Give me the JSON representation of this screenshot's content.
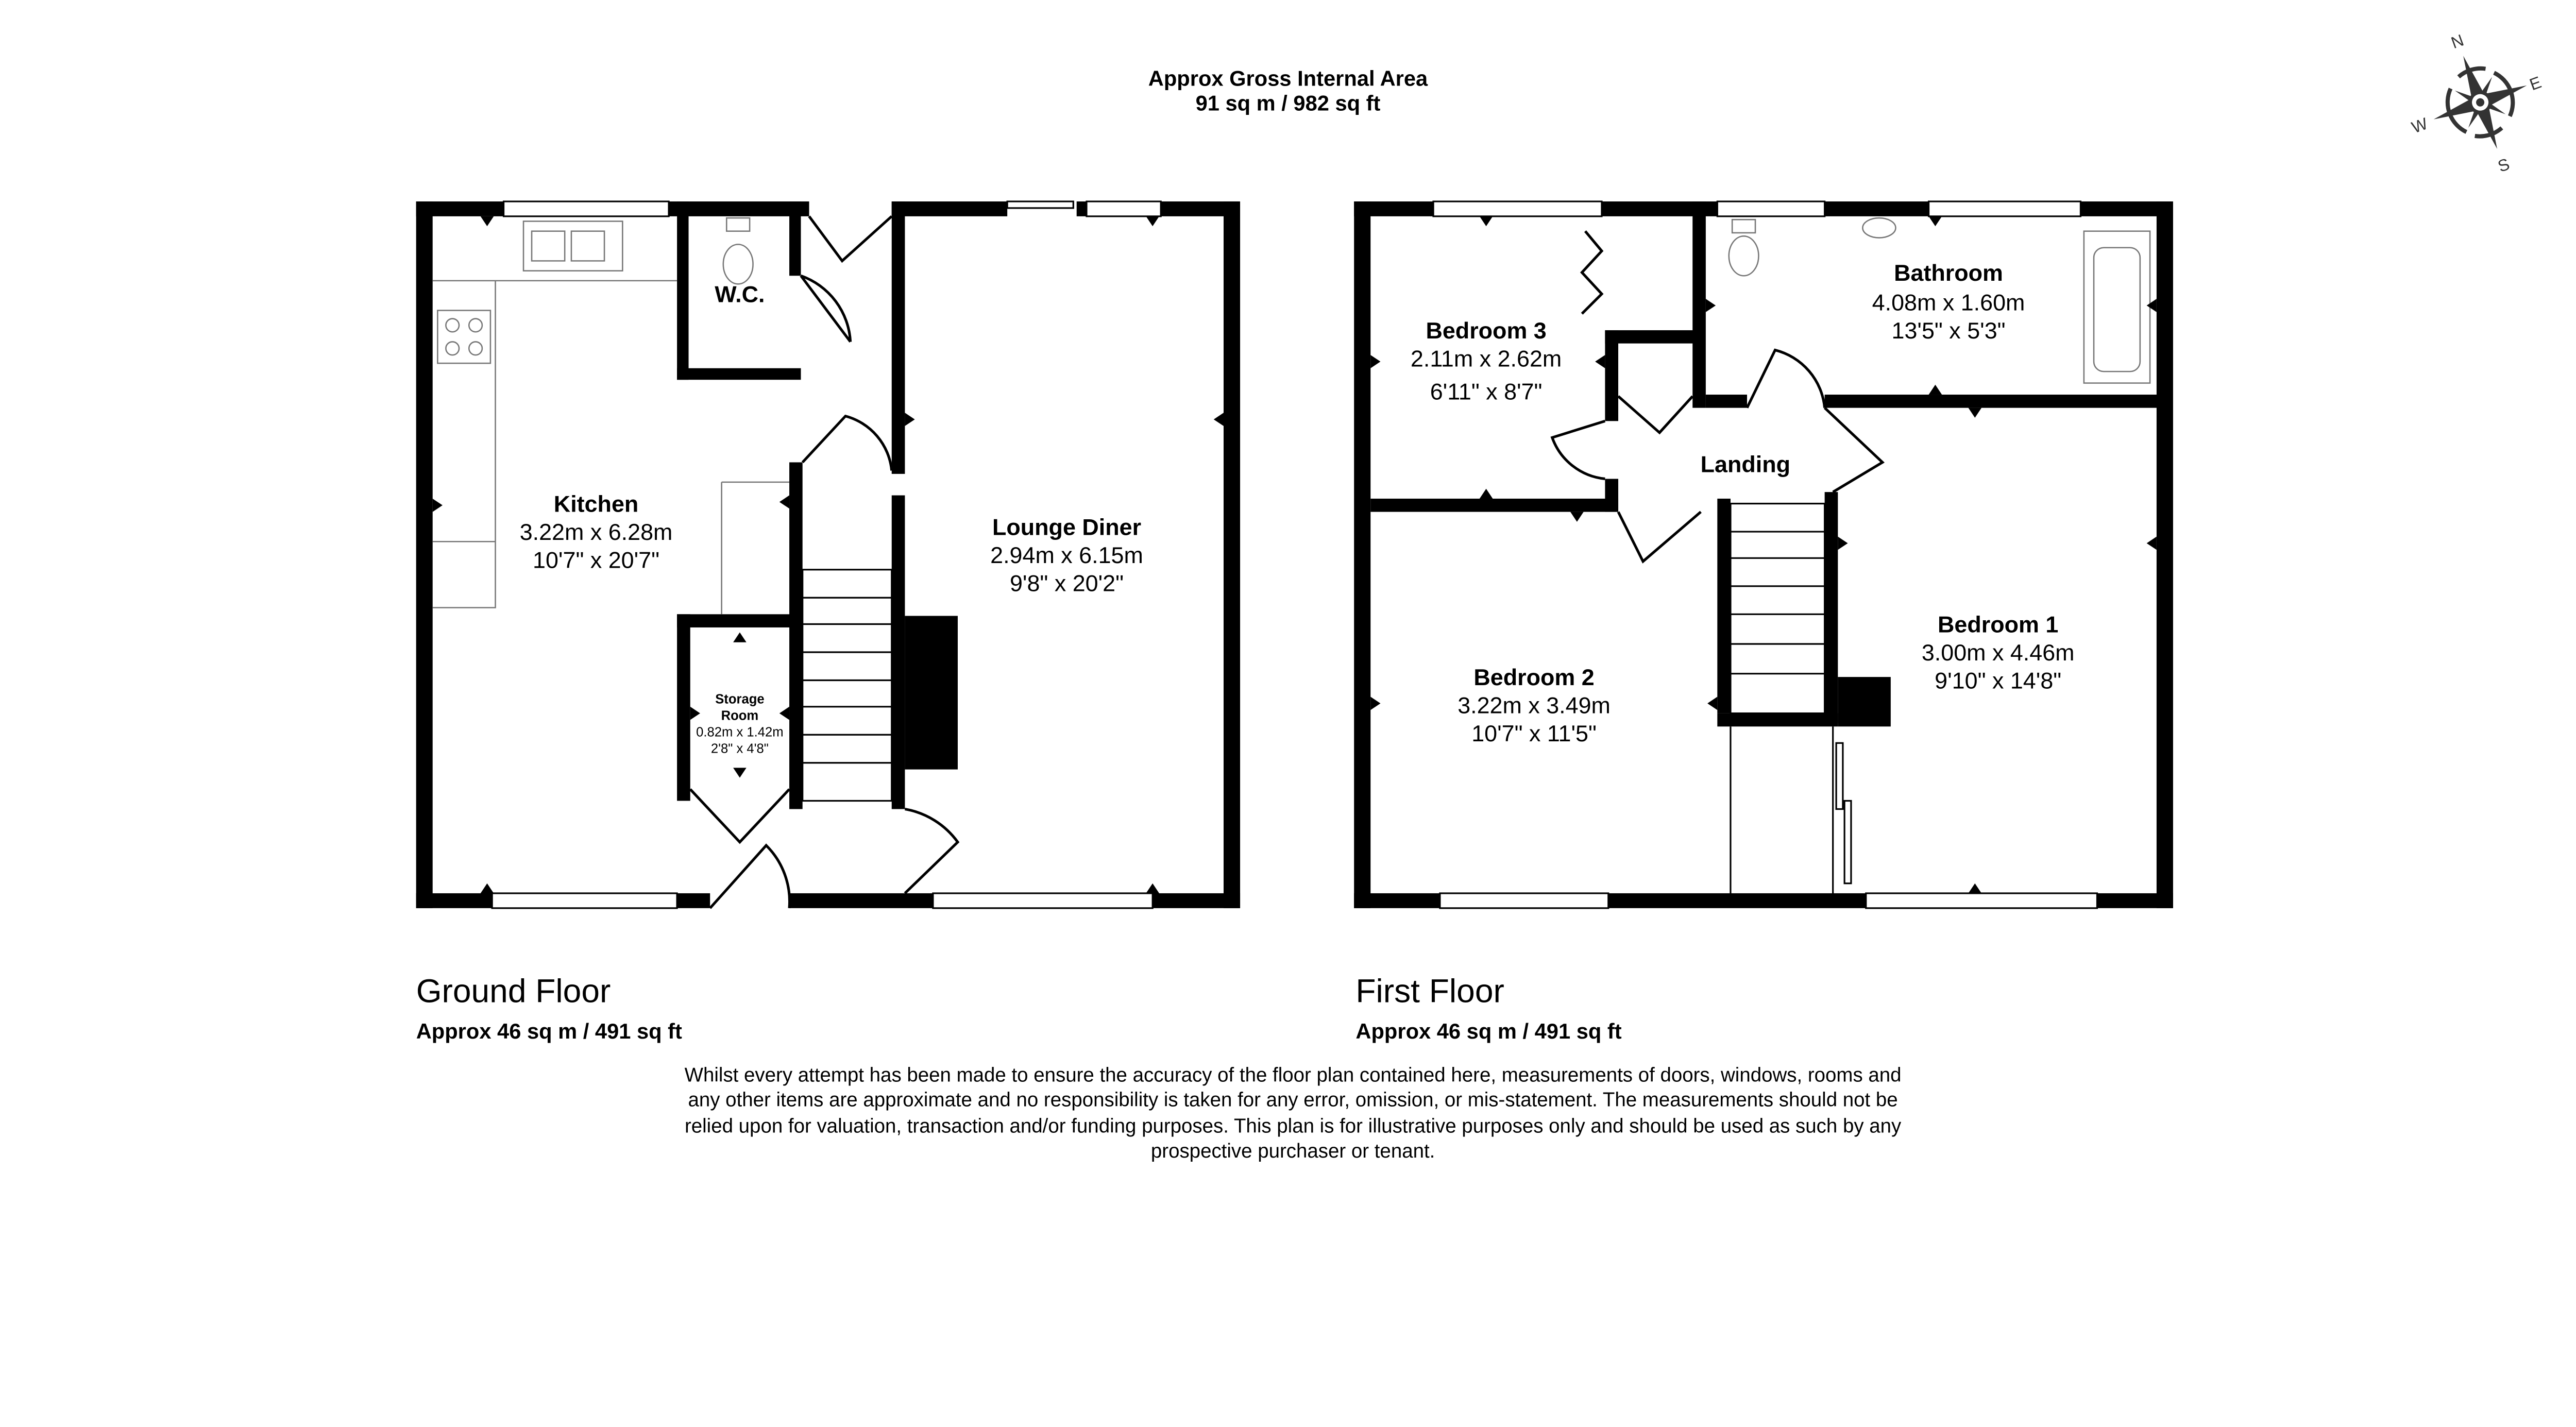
{
  "header": {
    "title": "Approx Gross Internal Area",
    "area": "91 sq m / 982 sq ft"
  },
  "compass": {
    "n": "N",
    "e": "E",
    "s": "S",
    "w": "W",
    "color": "#333333"
  },
  "ground_floor": {
    "label": "Ground Floor",
    "area": "Approx 46 sq m / 491 sq ft",
    "rooms": [
      {
        "name": "Kitchen",
        "metric": "3.22m x 6.28m",
        "imperial": "10'7\" x 20'7\""
      },
      {
        "name": "Lounge Diner",
        "metric": "2.94m x 6.15m",
        "imperial": "9'8\" x 20'2\""
      },
      {
        "name": "W.C."
      },
      {
        "name_line1": "Storage",
        "name_line2": "Room",
        "metric": "0.82m x 1.42m",
        "imperial": "2'8\" x 4'8\""
      }
    ]
  },
  "first_floor": {
    "label": "First Floor",
    "area": "Approx 46 sq m / 491 sq ft",
    "rooms": [
      {
        "name": "Bedroom 3",
        "metric": "2.11m x 2.62m",
        "imperial": "6'11\" x 8'7\""
      },
      {
        "name": "Bathroom",
        "metric": "4.08m x 1.60m",
        "imperial": "13'5\" x 5'3\""
      },
      {
        "name": "Landing"
      },
      {
        "name": "Bedroom 2",
        "metric": "3.22m x 3.49m",
        "imperial": "10'7\" x 11'5\""
      },
      {
        "name": "Bedroom 1",
        "metric": "3.00m x 4.46m",
        "imperial": "9'10\" x 14'8\""
      }
    ]
  },
  "disclaimer": [
    "Whilst every attempt has been made to ensure the accuracy of the floor plan contained here, measurements of doors, windows, rooms and",
    "any other items are approximate and no responsibility is taken for any error, omission, or mis-statement. The measurements should not be",
    "relied upon for valuation, transaction and/or funding purposes. This plan is for illustrative purposes only and should be used as such by any",
    "prospective purchaser or tenant."
  ]
}
